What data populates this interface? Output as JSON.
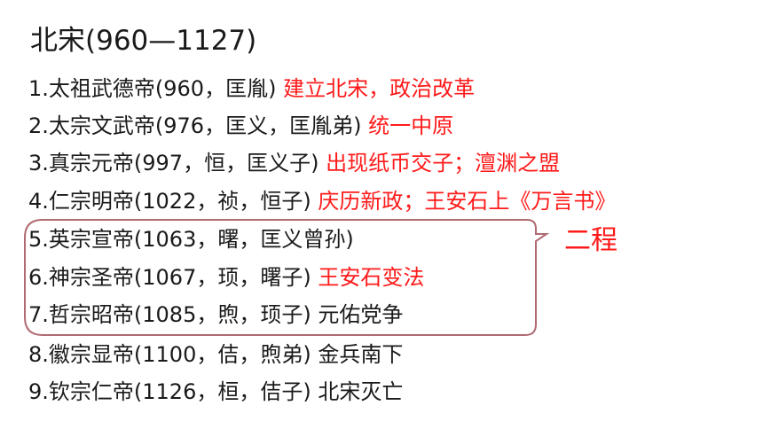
{
  "title": "北宋(960—1127)",
  "lines": [
    {
      "main": "1.太祖武德帝(960，匡胤)",
      "note": "建立北宋，政治改革"
    },
    {
      "main": "2.太宗文武帝(976，匡义，匡胤弟)",
      "note": "统一中原"
    },
    {
      "main": "3.真宗元帝(997，恒，匡义子)",
      "note": "出现纸币交子；澶渊之盟"
    },
    {
      "main": "4.仁宗明帝(1022，祯，恒子)",
      "note": "庆历新政；王安石上《万言书》"
    },
    {
      "main": "5.英宗宣帝(1063，曙，匡义曾孙)",
      "note": ""
    },
    {
      "main": "6.神宗圣帝(1067，顼，曙子)",
      "note": "王安石变法"
    },
    {
      "main": "7.哲宗昭帝(1085，煦，顼子)",
      "note": "元佑党争"
    },
    {
      "main": "8.徽宗显帝(1100，佶，煦弟)",
      "note": "金兵南下"
    },
    {
      "main": "9.钦宗仁帝(1126，桓，佶子)",
      "note": "北宋灭亡"
    }
  ],
  "callout": {
    "label": "二程"
  },
  "colors": {
    "accent": "#ff1a1a",
    "bubble_stroke": "#b06a72"
  }
}
